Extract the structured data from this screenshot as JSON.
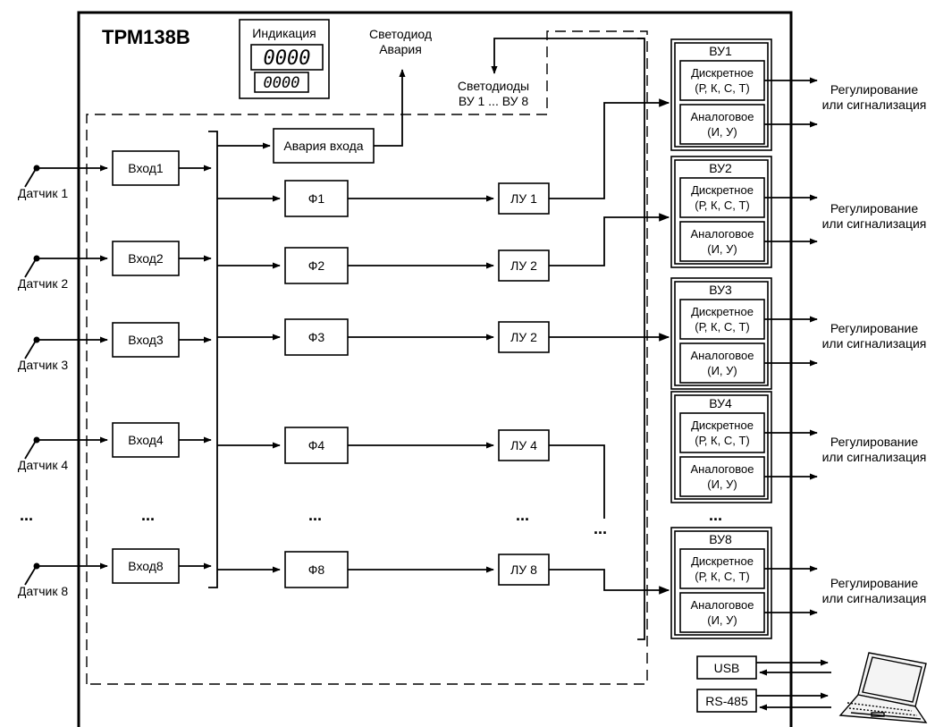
{
  "title": "ТРМ138В",
  "indication": {
    "label": "Индикация",
    "display_top": "0000",
    "display_bottom": "0000"
  },
  "led_alarm": {
    "line1": "Светодиод",
    "line2": "Авария"
  },
  "led_outputs": {
    "line1": "Светодиоды",
    "line2": "ВУ 1 ... ВУ 8"
  },
  "alarm_block": "Авария входа",
  "sensors": [
    "Датчик 1",
    "Датчик 2",
    "Датчик 3",
    "Датчик 4",
    "Датчик 8"
  ],
  "inputs": [
    "Вход1",
    "Вход2",
    "Вход3",
    "Вход4",
    "Вход8"
  ],
  "filters": [
    "Ф1",
    "Ф2",
    "Ф3",
    "Ф4",
    "Ф8"
  ],
  "logic_units": [
    "ЛУ 1",
    "ЛУ 2",
    "ЛУ 2",
    "ЛУ 4",
    "ЛУ 8"
  ],
  "ellipsis": "...",
  "output_devices": [
    {
      "name": "ВУ1",
      "discrete": "Дискретное",
      "discrete_types": "(Р, К, С, Т)",
      "analog": "Аналоговое",
      "analog_types": "(И, У)"
    },
    {
      "name": "ВУ2",
      "discrete": "Дискретное",
      "discrete_types": "(Р, К, С, Т)",
      "analog": "Аналоговое",
      "analog_types": "(И, У)"
    },
    {
      "name": "ВУ3",
      "discrete": "Дискретное",
      "discrete_types": "(Р, К, С, Т)",
      "analog": "Аналоговое",
      "analog_types": "(И, У)"
    },
    {
      "name": "ВУ4",
      "discrete": "Дискретное",
      "discrete_types": "(Р, К, С, Т)",
      "analog": "Аналоговое",
      "analog_types": "(И, У)"
    },
    {
      "name": "ВУ8",
      "discrete": "Дискретное",
      "discrete_types": "(Р, К, С, Т)",
      "analog": "Аналоговое",
      "analog_types": "(И, У)"
    }
  ],
  "output_caption": {
    "line1": "Регулирование",
    "line2": "или сигнализация"
  },
  "interfaces": [
    "USB",
    "RS-485"
  ]
}
